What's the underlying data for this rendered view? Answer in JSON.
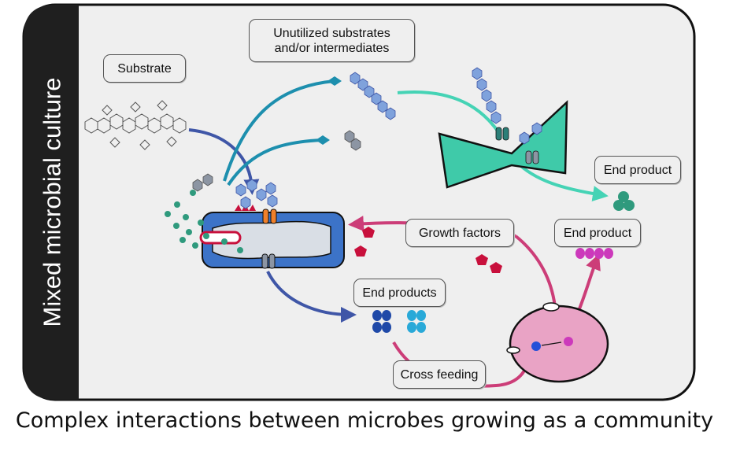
{
  "side_title": "Mixed microbial culture",
  "caption": "Complex interactions between microbes growing as a community",
  "labels": {
    "substrate": "Substrate",
    "unutilized_line1": "Unutilized substrates",
    "unutilized_line2": "and/or intermediates",
    "end_product_top": "End product",
    "end_product_mid": "End product",
    "growth_factors": "Growth factors",
    "end_products": "End products",
    "cross_feeding": "Cross feeding"
  },
  "colors": {
    "panel": "#efefef",
    "dark_band": "#1f1f1f",
    "substrate_arrow": "#3f56a7",
    "teal_arrow": "#1d8fae",
    "mint_arrow": "#45d3b5",
    "magenta_arrow": "#cc3d78",
    "mint_cell": "#3fcaa9",
    "blue_cell": "#3c73c8",
    "pink_cell": "#e9a3c5",
    "molecule_blue": "#7fa2dc",
    "molecule_grey": "#8c95a3",
    "red_product": "#c8103c",
    "orange_channel": "#f0802a",
    "magenta_product": "#cc39bb",
    "dark_blue_product": "#1f49a8",
    "cyan_product": "#29a9d8",
    "green_spheres": "#2f9a7d"
  }
}
